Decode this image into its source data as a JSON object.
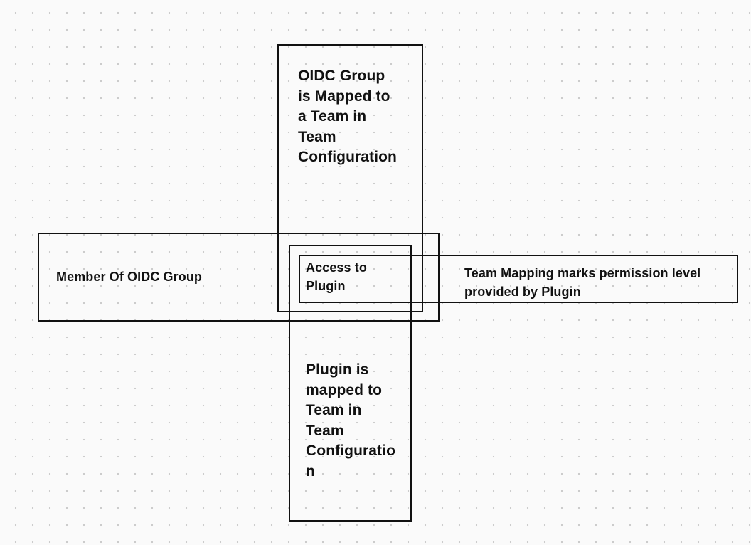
{
  "diagram": {
    "nodes": {
      "oidc_group_mapped": {
        "text": "OIDC Group\nis Mapped to\na Team in\nTeam\nConfiguration"
      },
      "member_of_oidc_group": {
        "text": "Member Of OIDC Group"
      },
      "access_to_plugin": {
        "text": "Access to\nPlugin"
      },
      "plugin_mapped": {
        "text": "Plugin is\nmapped to\nTeam in\nTeam\nConfiguratio\nn"
      },
      "team_mapping_permission": {
        "text": "Team Mapping marks permission level\nprovided by Plugin"
      }
    }
  }
}
